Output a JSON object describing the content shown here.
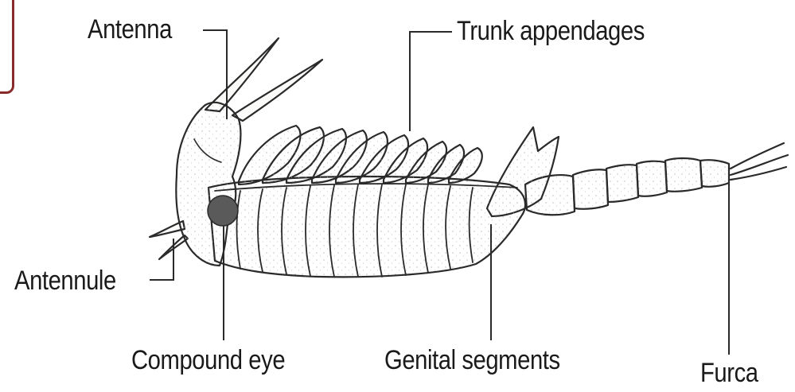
{
  "diagram": {
    "labels": {
      "antenna": "Antenna",
      "trunk_appendages": "Trunk appendages",
      "antennule": "Antennule",
      "compound_eye": "Compound eye",
      "genital_segments": "Genital segments",
      "furca": "Furca"
    },
    "colors": {
      "line": "#2a2a2a",
      "body_fill": "#fbfbfa",
      "eye": "#5a5a5a",
      "frame": "#8a2b2b"
    }
  }
}
